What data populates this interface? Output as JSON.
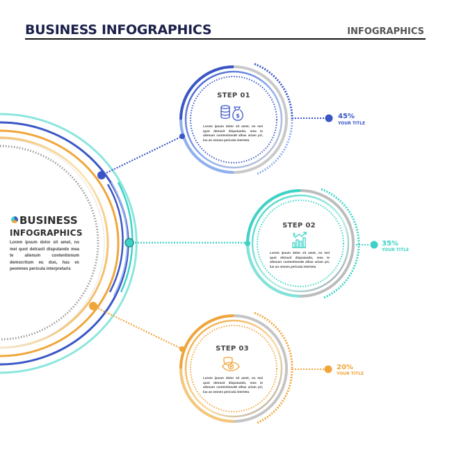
{
  "header": {
    "title": "BUSINESS INFOGRAPHICS",
    "subtitle": "INFOGRAPHICS"
  },
  "main": {
    "title_line1": "BUSINESS",
    "title_line2": "INFOGRAPHICS",
    "body": "Lorem ipsum dolor sit amet, no mei quot detraxit disputando mea te alienum contentionum democritum eu duo, has ex peomnes pericula interpretaris"
  },
  "steps": [
    {
      "title": "STEP 01",
      "percent": "45%",
      "label": "YOUR TITLE",
      "icon": "money-bag-icon",
      "body": "Lorem ipsum dolor sit amet, no mei quot detraxit disputando, mea te alienum contentionuM alhas ariam pri, lus an omnes pericula interteta",
      "color": "#3a56c6"
    },
    {
      "title": "STEP 02",
      "percent": "35%",
      "label": "YOUR TITLE",
      "icon": "growth-chart-icon",
      "body": "Lorem ipsum dolor sit amet, no mei quot detraxit disputando, mea te alienum contentionuM alhas ariam pri, lus an omnes pericula interteta",
      "color": "#3cd3c6"
    },
    {
      "title": "STEP 03",
      "percent": "20%",
      "label": "YOUR TITLE",
      "icon": "eye-shield-icon",
      "body": "Lorem ipsum dolor sit amet, no mei quot detraxit disputando, mea te alienum contentionuM alhas ariam pri, lus an omnes pericula interteta",
      "color": "#f0a53a"
    }
  ]
}
